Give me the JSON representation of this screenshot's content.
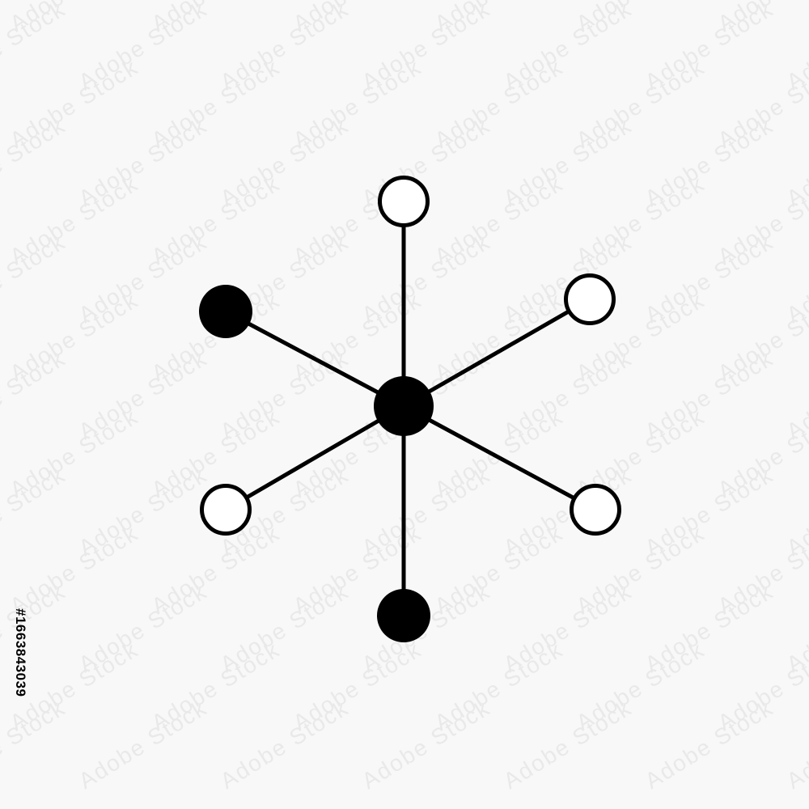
{
  "colors": {
    "background": "#f8f8f8",
    "stroke": "#000000",
    "hollow_fill": "#ffffff",
    "watermark": "#e9e9e9"
  },
  "diagram": {
    "shape": "hub-and-spoke network icon",
    "hub": {
      "id": "hub",
      "style": "filled"
    },
    "spokes": [
      {
        "id": "top",
        "style": "hollow"
      },
      {
        "id": "upper-right",
        "style": "hollow"
      },
      {
        "id": "lower-right",
        "style": "hollow"
      },
      {
        "id": "bottom",
        "style": "filled"
      },
      {
        "id": "lower-left",
        "style": "hollow"
      },
      {
        "id": "upper-left",
        "style": "filled"
      }
    ]
  },
  "watermark": {
    "text": "Adobe Stock"
  },
  "stock_id": "#1663843039"
}
